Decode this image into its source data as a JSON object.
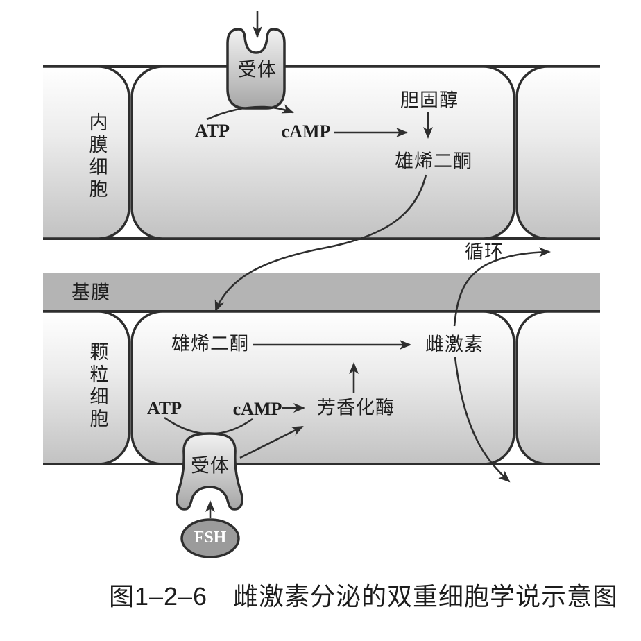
{
  "caption": "图1–2–6　雌激素分泌的双重细胞学说示意图",
  "labels": {
    "theca_cell": "内膜细胞",
    "granulosa_cell": "颗粒细胞",
    "basement_membrane": "基膜",
    "circulation": "循环"
  },
  "theca": {
    "receptor": "受体",
    "atp": "ATP",
    "camp": "cAMP",
    "cholesterol": "胆固醇",
    "androstenedione": "雄烯二酮"
  },
  "granulosa": {
    "androstenedione": "雄烯二酮",
    "estrogen": "雌激素",
    "atp": "ATP",
    "camp": "cAMP",
    "aromatase": "芳香化酶",
    "receptor": "受体",
    "fsh": "FSH"
  },
  "colors": {
    "outline": "#2e2e2e",
    "membrane_band": "#b4b4b4",
    "cell_top": "#ffffff",
    "cell_mid": "#ececec",
    "cell_bottom": "#c2c2c2",
    "receptor_top": "#f2f2f2",
    "receptor_bottom": "#a6a6a6",
    "fsh_fill": "#9b9b9b",
    "text": "#1e1e1e"
  }
}
